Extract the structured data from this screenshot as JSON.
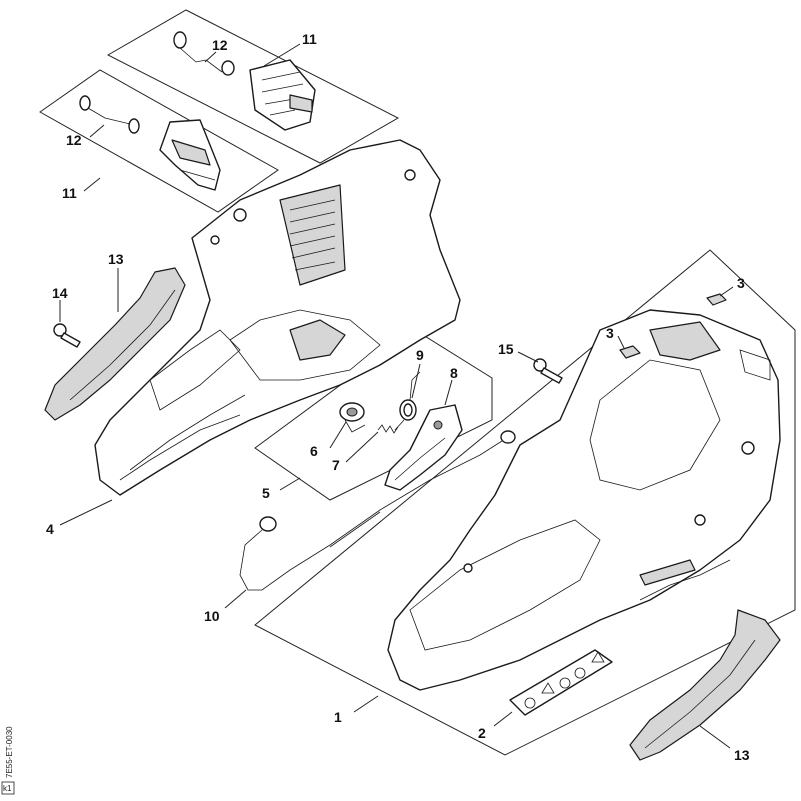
{
  "callouts": {
    "c11_top": "11",
    "c12_top": "12",
    "c12_mid": "12",
    "c11_mid": "11",
    "c13_left": "13",
    "c14": "14",
    "c4": "4",
    "c9": "9",
    "c8": "8",
    "c6": "6",
    "c7": "7",
    "c5": "5",
    "c15": "15",
    "c3_a": "3",
    "c3_b": "3",
    "c10": "10",
    "c1": "1",
    "c2": "2",
    "c13_right": "13"
  },
  "drawing_code": "7E55-ET-0030",
  "corner_mark": "k1"
}
